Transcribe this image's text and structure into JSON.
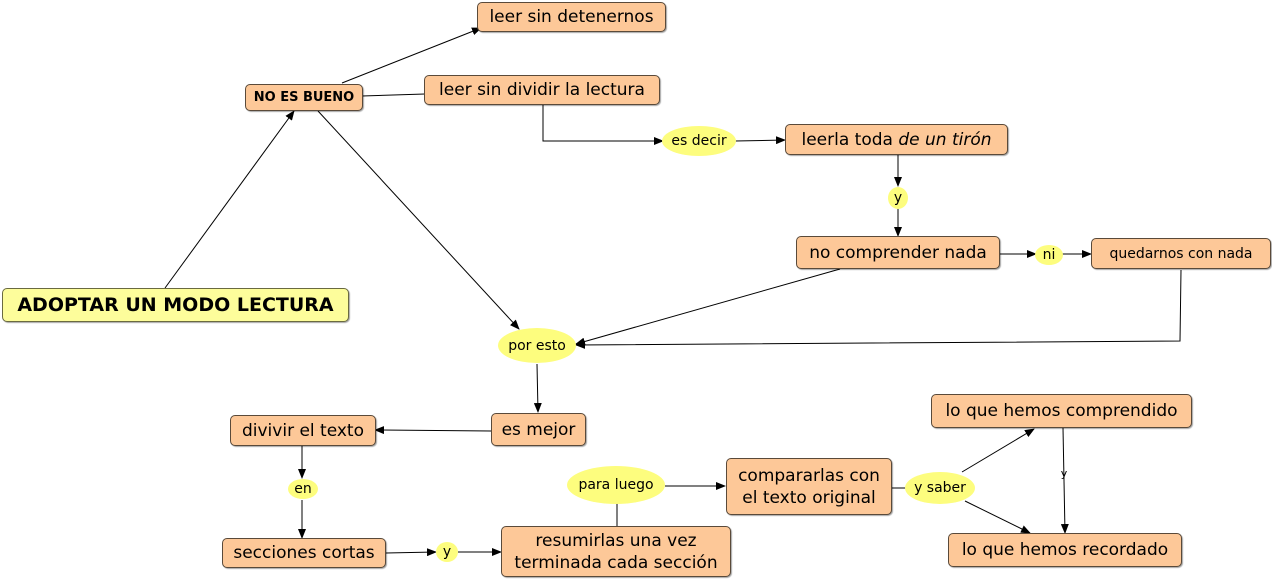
{
  "nodes": {
    "adoptar": "ADOPTAR UN MODO LECTURA",
    "no_es_bueno": "NO ES BUENO",
    "leer_sin_detenernos": "leer sin detenernos",
    "leer_sin_dividir": "leer sin dividir la lectura",
    "leerla_toda_prefix": "leerla toda ",
    "leerla_toda_italic": "de un tirón",
    "no_comprender": "no comprender nada",
    "quedarnos": "quedarnos con nada",
    "es_mejor": "es mejor",
    "divivir": "divivir el texto",
    "secciones": "secciones cortas",
    "resumirlas_1": "resumirlas una vez",
    "resumirlas_2": "terminada cada sección",
    "compararlas_1": "compararlas con",
    "compararlas_2": "el texto original",
    "comprendido": "lo que hemos comprendido",
    "recordado": "lo que hemos recordado"
  },
  "links": {
    "es_decir": "es decir",
    "y1": "y",
    "ni": "ni",
    "por_esto": "por esto",
    "en": "en",
    "y2": "y",
    "para_luego": "para luego",
    "y_saber": "y saber",
    "y3": "y"
  },
  "colors": {
    "concept_fill": "#fdc898",
    "root_fill": "#fdfd9b",
    "linking_phrase_fill": "#fdfd7e",
    "line": "#000000"
  }
}
